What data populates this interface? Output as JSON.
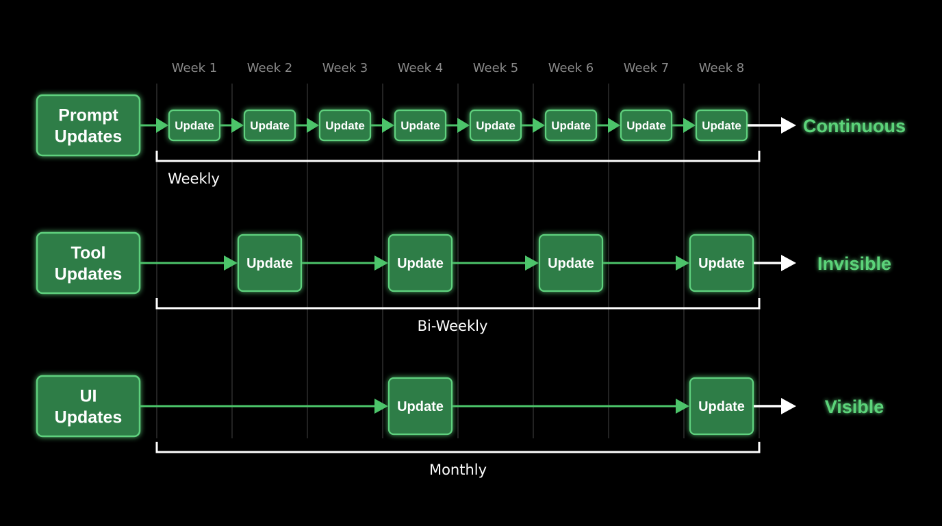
{
  "weeks": [
    "Week 1",
    "Week 2",
    "Week 3",
    "Week 4",
    "Week 5",
    "Week 6",
    "Week 7",
    "Week 8"
  ],
  "lanes": [
    {
      "title_lines": [
        "Prompt",
        "Updates"
      ],
      "update_label": "Update",
      "update_weeks": [
        1,
        2,
        3,
        4,
        5,
        6,
        7,
        8
      ],
      "outcome": "Continuous",
      "cadence": "Weekly"
    },
    {
      "title_lines": [
        "Tool",
        "Updates"
      ],
      "update_label": "Update",
      "update_weeks": [
        2,
        4,
        6,
        8
      ],
      "outcome": "Invisible",
      "cadence": "Bi-Weekly"
    },
    {
      "title_lines": [
        "UI",
        "Updates"
      ],
      "update_label": "Update",
      "update_weeks": [
        4,
        8
      ],
      "outcome": "Visible",
      "cadence": "Monthly"
    }
  ],
  "colors": {
    "background": "#000000",
    "box_fill": "#2e7d46",
    "box_stroke": "#5fd17e",
    "flow": "#4cc46a",
    "outcome_text": "#5cd47a",
    "week_text": "#8a8a8a",
    "gridline": "#3a3a3a"
  }
}
